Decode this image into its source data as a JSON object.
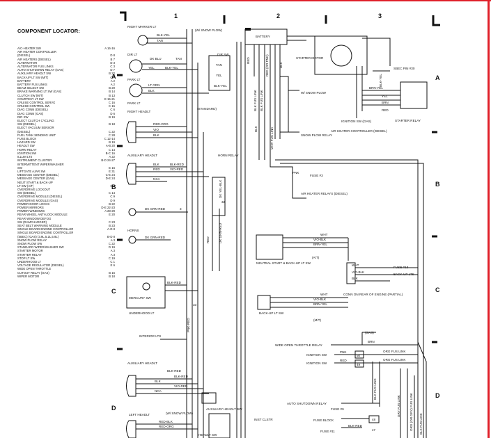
{
  "header": {
    "column_numbers": [
      "1",
      "2",
      "3"
    ],
    "row_letters": [
      "A",
      "B",
      "C",
      "D"
    ]
  },
  "locator": {
    "title": "COMPONENT LOCATOR:",
    "entries": [
      {
        "name": "A/C-HEATER SW",
        "ref": "A 16-16"
      },
      {
        "name": "AIR HEATER CONTROLLER",
        "ref": ""
      },
      {
        "name": "(DIESEL)",
        "ref": "D 8"
      },
      {
        "name": "AIR HEATERS (DIESEL)",
        "ref": "B 7"
      },
      {
        "name": "ALTERNATOR",
        "ref": "D 3"
      },
      {
        "name": "ALTERNATOR FUS LINKS",
        "ref": "C 3"
      },
      {
        "name": "AUTO SHUTDOWN RELAY (GAS)",
        "ref": "D 7"
      },
      {
        "name": "AUXILIARY HEADLT SW",
        "ref": "B 22"
      },
      {
        "name": "BACK-UP LT SW (M/T)",
        "ref": "C 7"
      },
      {
        "name": "BATTERY",
        "ref": "A 2"
      },
      {
        "name": "BATTERY FUS LINKS",
        "ref": "A 2"
      },
      {
        "name": "BEAM SELECT SW",
        "ref": "B 20"
      },
      {
        "name": "BRAKE WARNING LT SW (GAS)",
        "ref": "B 14"
      },
      {
        "name": "CLUTCH SW (M/T)",
        "ref": "B 13"
      },
      {
        "name": "COURTESY LT SW",
        "ref": "E 15-21"
      },
      {
        "name": "CRUISE CONTROL SERVO",
        "ref": "C 16"
      },
      {
        "name": "CRUISE CONTROL SW",
        "ref": "C 15"
      },
      {
        "name": "DIAG CONN (DIESEL)",
        "ref": "C 6"
      },
      {
        "name": "DIAG CONN (GAS)",
        "ref": "D 6"
      },
      {
        "name": "DIR SW",
        "ref": "B 19"
      },
      {
        "name": "ELECT CLUTCH CYCLING",
        "ref": ""
      },
      {
        "name": "SW (DIESEL)",
        "ref": "B 18"
      },
      {
        "name": "ELECT VACUUM SENSOR",
        "ref": ""
      },
      {
        "name": "(DIESEL)",
        "ref": "C 22"
      },
      {
        "name": "FUEL TANK SENDING UNIT",
        "ref": "C 28"
      },
      {
        "name": "FUSE BLOCK",
        "ref": "C 12-14"
      },
      {
        "name": "HAZARD SW",
        "ref": "B 19"
      },
      {
        "name": "HEADLT SW",
        "ref": "A-B 20"
      },
      {
        "name": "HORN RELAY",
        "ref": "C 14"
      },
      {
        "name": "IGNITION SW",
        "ref": "B-C 16"
      },
      {
        "name": "ILLUM LTS",
        "ref": "A 22"
      },
      {
        "name": "INSTRUMENT CLUSTER",
        "ref": "B-D 24-27"
      },
      {
        "name": "INTERMITTENT WIPER/WASHER",
        "ref": ""
      },
      {
        "name": "SW",
        "ref": "E 16"
      },
      {
        "name": "LIFTGATE AJAR SW",
        "ref": "E 31"
      },
      {
        "name": "MESSAGE CENTER (DIESEL)",
        "ref": "C-E 24"
      },
      {
        "name": "MESSAGE CENTER (GAS)",
        "ref": "D-E 24"
      },
      {
        "name": "NEUT START & BACK-UP",
        "ref": ""
      },
      {
        "name": "LT SW (A/T)",
        "ref": "C 7"
      },
      {
        "name": "OVERDRIVE LOCKOUT",
        "ref": ""
      },
      {
        "name": "SW (DIESEL)",
        "ref": "C 14"
      },
      {
        "name": "OVERDRIVE MODULE (DIESEL)",
        "ref": "C 9"
      },
      {
        "name": "OVERDRIVE MODULE (GAS)",
        "ref": "D 9"
      },
      {
        "name": "POWER DOOR LOCKS",
        "ref": "B 22"
      },
      {
        "name": "POWER MIRRORS",
        "ref": "D-E 22-23"
      },
      {
        "name": "POWER WINDOWS",
        "ref": "A 28-29"
      },
      {
        "name": "REAR WHEEL ANTI-LOCK MODULE",
        "ref": "E 20"
      },
      {
        "name": "REAR WINDOW DEFOG",
        "ref": ""
      },
      {
        "name": "SW (RAMCHARGER)",
        "ref": "C 23"
      },
      {
        "name": "SEAT BELT WARNING MODULE",
        "ref": "B 23"
      },
      {
        "name": "SINGLE BOARD ENGINE CONTROLLER",
        "ref": "A-D 8"
      },
      {
        "name": "SINGLE BOARD ENGINE CONTROLLER",
        "ref": ""
      },
      {
        "name": "(SBEC) (GAS) (3.9L,5.2L,5.9L)",
        "ref": "B-D 8"
      },
      {
        "name": "SNOW PLOW RELAY",
        "ref": "A 3"
      },
      {
        "name": "SNOW PLOW SW",
        "ref": "C 22"
      },
      {
        "name": "STANDARD WIPER/WASHER SW",
        "ref": "D 19"
      },
      {
        "name": "STARTER MOTOR",
        "ref": "A 3"
      },
      {
        "name": "STARTER RELAY",
        "ref": "A 3"
      },
      {
        "name": "STOP LT SW",
        "ref": "C 19"
      },
      {
        "name": "UNDERHOOD LT",
        "ref": "C 1"
      },
      {
        "name": "VOLTAGE REGULATOR (DIESEL)",
        "ref": "E 6"
      },
      {
        "name": "WIDE OPEN THROTTLE",
        "ref": ""
      },
      {
        "name": "CUTOUT RELAY (GAS)",
        "ref": "B 16"
      },
      {
        "name": "WIPER MOTOR",
        "ref": "B 18"
      }
    ]
  },
  "col1": {
    "right_marker_lt": "RIGHT MARKER LT",
    "w_snow_plow_top": "(W/ SNOW PLOW)",
    "blk_yel": "BLK-YEL",
    "tan": "TAN",
    "dir_lt": "DIR LT",
    "dk_blu": "DK BLU",
    "tan2": "TAN",
    "yel": "YEL",
    "blk_yel2": "BLK-YEL",
    "dir_sw": "DIR SW",
    "tan3": "TAN",
    "yel2": "YEL",
    "blk_yel3": "BLK-YEL",
    "park_lt": "PARK LT",
    "lt_grn": "LT GRN",
    "blk": "BLK",
    "park_lt2": "PARK LT",
    "standard": "(STANDARD)",
    "right_headlt": "RIGHT HEADLT",
    "red_org": "RED-ORG",
    "vio": "VIO",
    "blk2": "BLK",
    "aux_headlt": "AUXILIARY HEADLT",
    "horn_relay": "HORN RELAY",
    "blk3": "BLK",
    "red": "RED",
    "blk_red": "BLK-RED",
    "vio_red": "VIO-RED",
    "nca": "NCA",
    "dk_yel_blk": "DK YEL-BLK",
    "dk_grn_red": "DK GRN-RED",
    "horns": "HORNS",
    "dk_grn_red2": "DK GRN-RED",
    "dk_grn_red_v": "DK GRN-RED",
    "red_v": "RED",
    "wire_3": "3",
    "wire_32": "32",
    "blk_red2": "BLK-RED",
    "mercury_sw": "MERCURY SW",
    "underhood_lt": "UNDERHOOD LT",
    "pnk_red": "PNK-RED",
    "wire_33": "33",
    "interior_lts": "INTERIOR LTS",
    "aux_headlt2": "AUXILIARY HEADLT",
    "blk_red3": "BLK-RED",
    "blk_red4": "BLK-RED",
    "blk4": "BLK",
    "red_red": "BLK-RED",
    "vio_red2": "VIO-RED",
    "nca2": "NCA",
    "aux_headlt_sw": "AUXILIARY HEADLT SW",
    "w_snow_plow": "(W/ SNOW PLOW)",
    "left_headlt": "LEFT HEADLT",
    "red_blk": "RED-BLK",
    "red_org2": "RED-ORG",
    "headlt_sw": "HEADLT SW",
    "inst_clstr": "INST CLSTR"
  },
  "col2": {
    "battery": "BATTERY",
    "red": "RED",
    "red_org_pnk": "RED (OR PNK)",
    "blk": "BLK",
    "blk_blu_red": "BLK",
    "wht_fus_link": "WHT FUS LINK",
    "blk_fus_link": "BLK FUS LINK",
    "blk_fus_link2": "BLK FUS LINK",
    "w_snow_plow": "W/ SNOW PLOW",
    "snow_plow_relay": "SNOW PLOW RELAY",
    "pnk": "PNK",
    "fuse_3": "FUSE #3",
    "air_heater_relays": "AIR HEATER RELAYS (DIESEL)",
    "starter_motor": "STARTER MOTOR",
    "neutral_start": "NEUTRAL START & BACK-UP LT SW",
    "at": "(A/T)",
    "wht": "WHT",
    "vio_blk": "VIO-BLK",
    "brn_yel": "BRN-YEL",
    "backup_lt_sw": "BACK-UP LT SW",
    "mt": "(M/T)",
    "wht2": "WHT",
    "vio_blk2": "VIO-BLK",
    "brn_yel2": "BRN-YEL",
    "conn_rear_engine": "CONN ON REAR OF ENGINE (PARTIAL)",
    "wht3": "WHT",
    "vio_blk3": "VIO-BLK",
    "blk2": "BLK",
    "fuse_13": "FUSE #13",
    "backup_lts": "BACK-UP LTS",
    "wot_relay": "WIDE OPEN THROTTLE RELAY",
    "ignition_sw": "IGNITION SW",
    "ignition_sw2": "IGNITION SW",
    "pnk2": "PNK",
    "red2": "RED",
    "w50": "50",
    "w49": "49",
    "gas": "(GAS)",
    "brn": "BRN",
    "org_fus_link": "ORG FUS LINK",
    "org_fus_link2": "ORG FUS LINK",
    "asd_relay": "AUTO SHUTDOWN RELAY",
    "fuse_9": "FUSE #9",
    "fuse_block": "FUSE BLOCK",
    "fuse_11": "FUSE #11",
    "blk_red": "BLK-RED",
    "w48": "48",
    "w47": "47",
    "blk_fus_link3": "BLK FUS LINK",
    "gry_fus_link": "GRY FUS LINK",
    "org_gry_fus_link": "ORG (OR GRY) FUS LINK",
    "blk_fus_link4": "BLK FUS LINK"
  },
  "col3": {
    "sbec_pin_30": "SBEC PIN #30",
    "blk_yel": "BLK-YEL",
    "brn_yel": "BRN-YEL",
    "yel": "YEL",
    "brn": "BRN",
    "red": "RED",
    "starter_relay": "STARTER RELAY",
    "ignition_sw_gas": "IGNITION SW (GAS)",
    "air_heater_controller": "AIR HEATER CONTROLLER (DIESEL)"
  }
}
